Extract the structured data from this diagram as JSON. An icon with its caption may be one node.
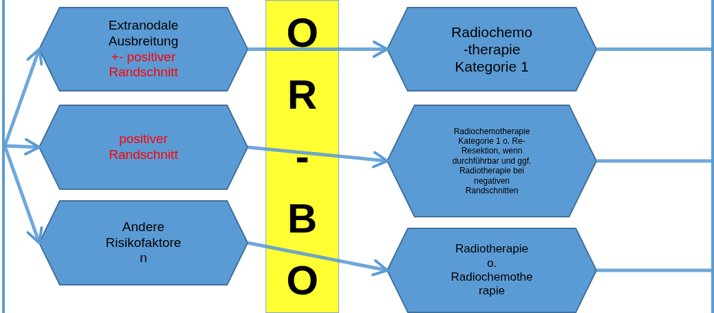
{
  "diagram": {
    "nodes": [
      {
        "text": [],
        "shape": "bar"
      },
      {
        "text": [
          "Extranodale Ausbreitung",
          "+- positiver Randschnitt"
        ]
      },
      {
        "text": [
          "positiver Randschnitt"
        ]
      },
      {
        "text": [
          "Andere Risikofaktore n"
        ]
      },
      {
        "text": [
          "Radiochemo -therapie Kategorie 1"
        ]
      },
      {
        "text": [
          "Radiochemotherapie Kategorie 1 o. Re-Resektion, wenn durchführbar und ggf. Radiotherapie bei negativen Randschnitten"
        ]
      },
      {
        "text": [
          "Radiotherapie o. Radiochemothe rapie"
        ]
      },
      {
        "text": [],
        "shape": "bar"
      }
    ],
    "edges": [
      {
        "from": 0,
        "to": 1,
        "arrow": "to"
      },
      {
        "from": 0,
        "to": 2,
        "arrow": "to"
      },
      {
        "from": 0,
        "to": 3,
        "arrow": "to"
      },
      {
        "from": 1,
        "to": 4,
        "arrow": "to"
      },
      {
        "from": 2,
        "to": 5,
        "arrow": "to"
      },
      {
        "from": 3,
        "to": 6,
        "arrow": "to"
      },
      {
        "from": 4,
        "to": 7,
        "arrow": "none"
      },
      {
        "from": 5,
        "to": 7,
        "arrow": "none"
      },
      {
        "from": 6,
        "to": 7,
        "arrow": "none"
      }
    ],
    "labels": [
      "O R - B O"
    ]
  }
}
